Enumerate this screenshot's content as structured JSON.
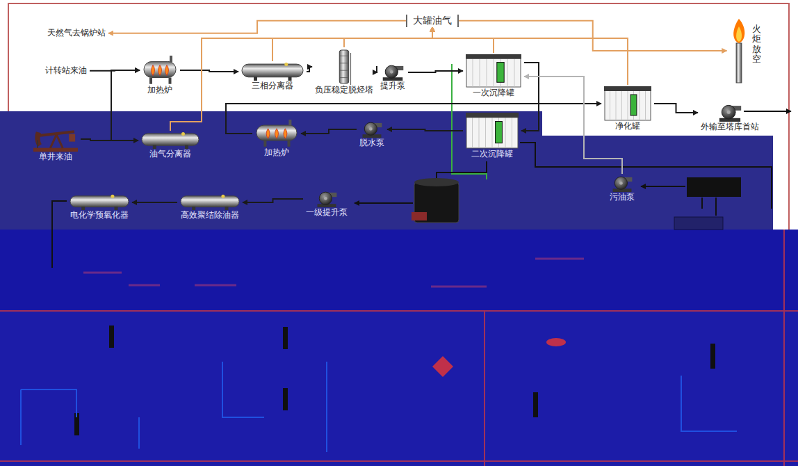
{
  "diagram": {
    "nodes": [
      {
        "text": [
          "天然气去锅炉站"
        ]
      },
      {
        "text": [
          "大罐油气"
        ]
      },
      {
        "text": [
          "火炬放空"
        ]
      },
      {
        "text": [
          "计转站来油"
        ]
      },
      {
        "text": [
          "加热炉"
        ]
      },
      {
        "text": [
          "三相分离器"
        ]
      },
      {
        "text": [
          "负压稳定脱烃塔"
        ]
      },
      {
        "text": [
          "提升泵"
        ]
      },
      {
        "text": [
          "一次沉降罐"
        ]
      },
      {
        "text": [
          "净化罐"
        ]
      },
      {
        "text": [
          "外输至塔库首站"
        ]
      },
      {
        "text": [
          "单井来油"
        ]
      },
      {
        "text": [
          "油气分离器"
        ]
      },
      {
        "text": [
          "加热炉"
        ]
      },
      {
        "text": [
          "脱水泵"
        ]
      },
      {
        "text": [
          "二次沉降罐"
        ]
      },
      {
        "text": [
          "污油泵"
        ]
      },
      {
        "text": [
          "电化学预氧化器"
        ]
      },
      {
        "text": [
          "高效聚结除油器"
        ]
      },
      {
        "text": [
          "一级提升泵"
        ]
      }
    ],
    "edges": [
      {
        "from": 3,
        "to": 4,
        "arrow": "to"
      },
      {
        "from": 4,
        "to": 5,
        "arrow": "to"
      },
      {
        "from": 5,
        "to": 6,
        "arrow": "to"
      },
      {
        "from": 6,
        "to": 7,
        "arrow": "to"
      },
      {
        "from": 7,
        "to": 8,
        "arrow": "to"
      },
      {
        "from": 8,
        "to": 15,
        "arrow": "to"
      },
      {
        "from": 15,
        "to": 14,
        "arrow": "to"
      },
      {
        "from": 14,
        "to": 13,
        "arrow": "to"
      },
      {
        "from": 13,
        "to": 9,
        "arrow": "to"
      },
      {
        "from": 9,
        "to": 10,
        "arrow": "to"
      },
      {
        "from": 11,
        "to": 12,
        "arrow": "to"
      },
      {
        "from": 12,
        "to": 4,
        "arrow": "to"
      },
      {
        "from": 16,
        "to": 8,
        "arrow": "to"
      },
      {
        "from": 19,
        "to": 18,
        "arrow": "to"
      },
      {
        "from": 18,
        "to": 17,
        "arrow": "to"
      },
      {
        "from": 5,
        "to": 1,
        "arrow": "to"
      },
      {
        "from": 6,
        "to": 1,
        "arrow": "to"
      },
      {
        "from": 8,
        "to": 1,
        "arrow": "to"
      },
      {
        "from": 9,
        "to": 1,
        "arrow": "to"
      },
      {
        "from": 12,
        "to": 1,
        "arrow": "to"
      },
      {
        "from": 1,
        "to": 2,
        "arrow": "to"
      },
      {
        "from": 1,
        "to": 0,
        "arrow": "to"
      }
    ]
  }
}
